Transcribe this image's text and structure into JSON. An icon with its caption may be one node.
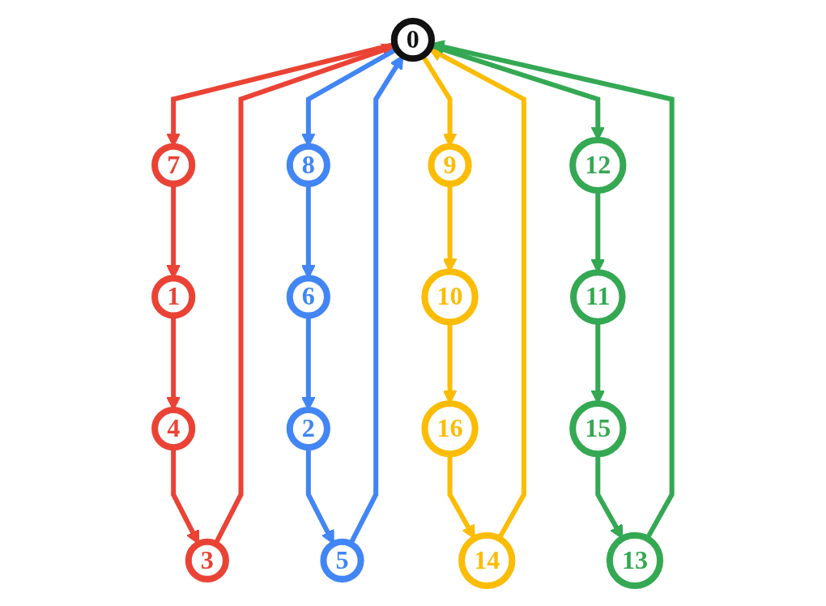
{
  "diagram": {
    "nodes": [
      {
        "text": [
          "0"
        ]
      },
      {
        "text": [
          "1"
        ]
      },
      {
        "text": [
          "2"
        ]
      },
      {
        "text": [
          "3"
        ]
      },
      {
        "text": [
          "4"
        ]
      },
      {
        "text": [
          "5"
        ]
      },
      {
        "text": [
          "6"
        ]
      },
      {
        "text": [
          "7"
        ]
      },
      {
        "text": [
          "8"
        ]
      },
      {
        "text": [
          "9"
        ]
      },
      {
        "text": [
          "10"
        ]
      },
      {
        "text": [
          "11"
        ]
      },
      {
        "text": [
          "12"
        ]
      },
      {
        "text": [
          "13"
        ]
      },
      {
        "text": [
          "14"
        ]
      },
      {
        "text": [
          "15"
        ]
      },
      {
        "text": [
          "16"
        ]
      }
    ],
    "edges": [
      {
        "from": 0,
        "to": 7,
        "arrow": "to",
        "color": "#ea4335"
      },
      {
        "from": 7,
        "to": 1,
        "arrow": "to",
        "color": "#ea4335"
      },
      {
        "from": 1,
        "to": 4,
        "arrow": "to",
        "color": "#ea4335"
      },
      {
        "from": 4,
        "to": 3,
        "arrow": "to",
        "color": "#ea4335"
      },
      {
        "from": 3,
        "to": 0,
        "arrow": "to",
        "color": "#ea4335"
      },
      {
        "from": 0,
        "to": 8,
        "arrow": "to",
        "color": "#4285f4"
      },
      {
        "from": 8,
        "to": 6,
        "arrow": "to",
        "color": "#4285f4"
      },
      {
        "from": 6,
        "to": 2,
        "arrow": "to",
        "color": "#4285f4"
      },
      {
        "from": 2,
        "to": 5,
        "arrow": "to",
        "color": "#4285f4"
      },
      {
        "from": 5,
        "to": 0,
        "arrow": "to",
        "color": "#4285f4"
      },
      {
        "from": 0,
        "to": 9,
        "arrow": "to",
        "color": "#fbbc05"
      },
      {
        "from": 9,
        "to": 10,
        "arrow": "to",
        "color": "#fbbc05"
      },
      {
        "from": 10,
        "to": 16,
        "arrow": "to",
        "color": "#fbbc05"
      },
      {
        "from": 16,
        "to": 14,
        "arrow": "to",
        "color": "#fbbc05"
      },
      {
        "from": 14,
        "to": 0,
        "arrow": "to",
        "color": "#fbbc05"
      },
      {
        "from": 0,
        "to": 12,
        "arrow": "to",
        "color": "#34a853"
      },
      {
        "from": 12,
        "to": 11,
        "arrow": "to",
        "color": "#34a853"
      },
      {
        "from": 11,
        "to": 15,
        "arrow": "to",
        "color": "#34a853"
      },
      {
        "from": 15,
        "to": 13,
        "arrow": "to",
        "color": "#34a853"
      },
      {
        "from": 13,
        "to": 0,
        "arrow": "to",
        "color": "#34a853"
      }
    ]
  }
}
